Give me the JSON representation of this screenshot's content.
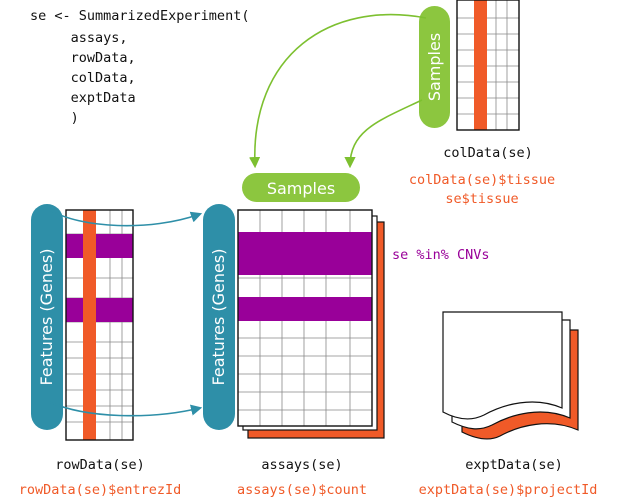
{
  "code_lines": [
    "se <- SummarizedExperiment(",
    "     assays,",
    "     rowData,",
    "     colData,",
    "     exptData",
    "     )"
  ],
  "pills": {
    "samples_vertical": "Samples",
    "samples_horizontal": "Samples",
    "features_left": "Features (Genes)",
    "features_middle": "Features (Genes)"
  },
  "labels": {
    "coldata": "colData(se)",
    "coldata_access_1": "colData(se)$tissue",
    "coldata_access_2": "se$tissue",
    "subset": "se %in% CNVs",
    "rowdata": "rowData(se)",
    "rowdata_access": "rowData(se)$entrezId",
    "assays": "assays(se)",
    "assays_access": "assays(se)$count",
    "exptdata": "exptData(se)",
    "exptdata_access": "exptData(se)$projectId"
  },
  "colors": {
    "accent_orange": "#f05a28",
    "highlight_purple": "#990099",
    "pill_green": "#8cc63f",
    "pill_blue": "#2e8fa8",
    "arrow_blue": "#2e8fa8",
    "arrow_green": "#7dc030",
    "code_black": "#111111"
  }
}
